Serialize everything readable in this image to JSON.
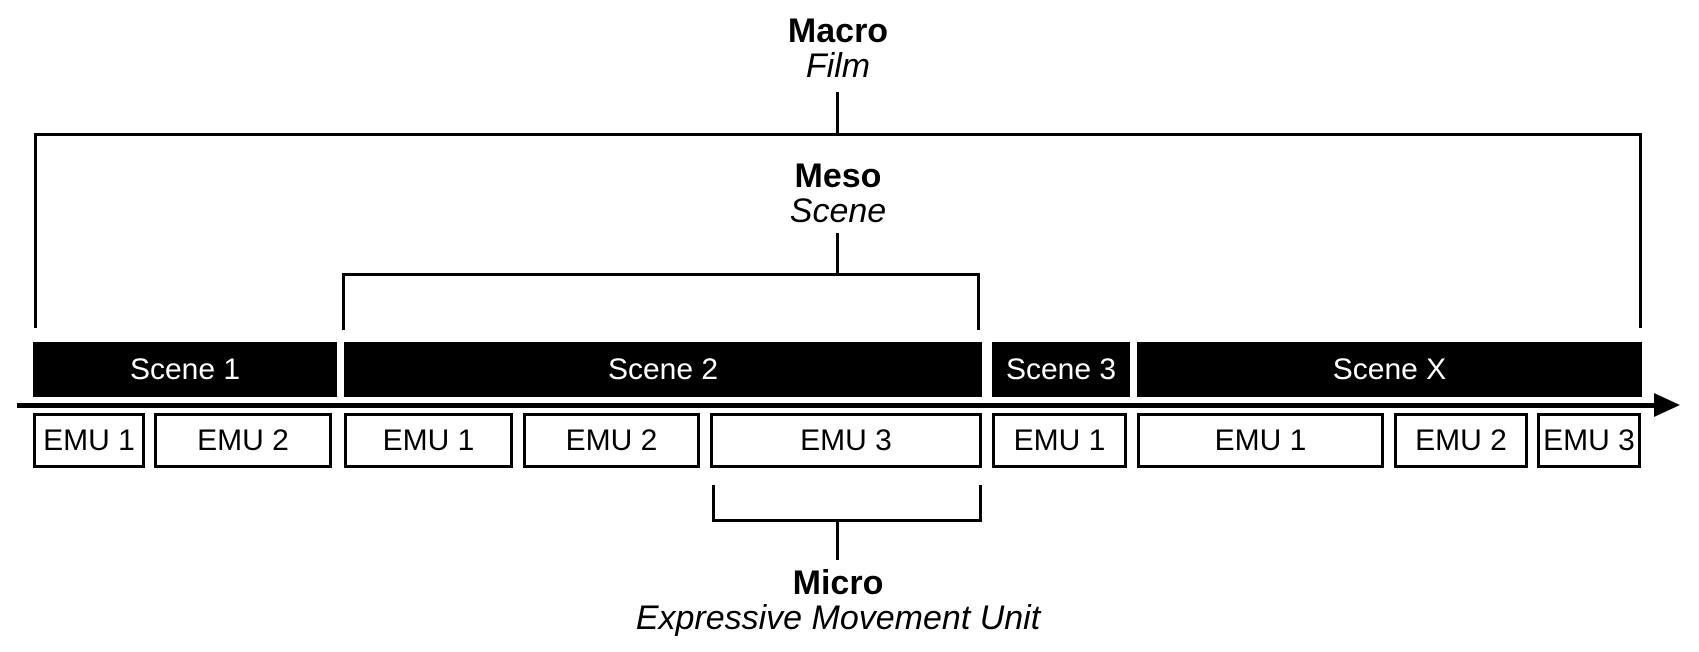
{
  "levels": {
    "macro": {
      "name": "Macro",
      "descriptor": "Film"
    },
    "meso": {
      "name": "Meso",
      "descriptor": "Scene"
    },
    "micro": {
      "name": "Micro",
      "descriptor": "Expressive Movement Unit"
    }
  },
  "timeline": {
    "direction": "left-to-right",
    "scenes": [
      {
        "label": "Scene 1",
        "emus": [
          "EMU 1",
          "EMU 2"
        ]
      },
      {
        "label": "Scene 2",
        "emus": [
          "EMU 1",
          "EMU 2",
          "EMU 3"
        ]
      },
      {
        "label": "Scene 3",
        "emus": [
          "EMU 1"
        ]
      },
      {
        "label": "Scene X",
        "emus": [
          "EMU 1",
          "EMU 2",
          "EMU 3"
        ]
      }
    ]
  },
  "colors": {
    "background": "#ffffff",
    "line": "#000000",
    "scene_bar_background": "#000000",
    "scene_bar_text": "#ffffff",
    "emu_box_border": "#000000",
    "emu_box_text": "#000000"
  }
}
